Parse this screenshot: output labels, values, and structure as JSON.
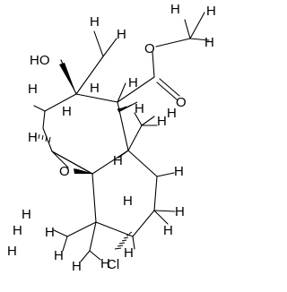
{
  "molecule": {
    "atoms": {
      "hydroxyl": "HO",
      "h1": "H",
      "h2": "H",
      "h3": "H",
      "h4": "H",
      "h5": "H",
      "h6": "H",
      "h7": "H",
      "h8": "H",
      "h9": "H",
      "h10": "H",
      "h11": "H",
      "h12": "H",
      "h13": "H",
      "h14": "H",
      "h15": "H",
      "h16": "H",
      "h17": "H",
      "h18": "H",
      "h19": "H",
      "h20": "H",
      "h21": "H",
      "h22": "H",
      "h23": "H",
      "h24": "H",
      "h25": "H",
      "h26": "H",
      "ester_o_single": "O",
      "ester_o_double": "O",
      "epoxide_o": "O",
      "chlorine": "Cl"
    }
  }
}
